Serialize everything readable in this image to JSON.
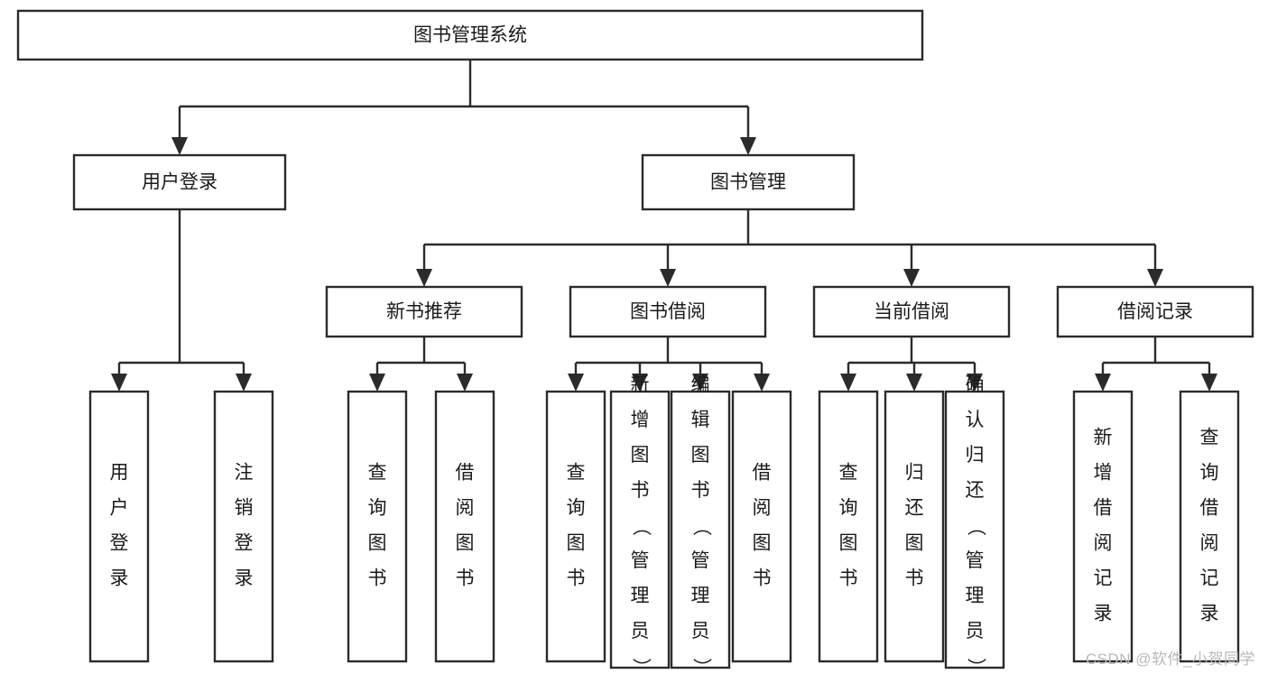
{
  "diagram": {
    "type": "tree",
    "title": "图书管理系统",
    "orientation": "top-down",
    "colors": {
      "box_stroke": "#2b2b2b",
      "box_fill": "#ffffff",
      "text": "#1a1a1a",
      "background": "#ffffff",
      "watermark": "#b9b9b9"
    },
    "root": {
      "label": "图书管理系统"
    },
    "level2": [
      {
        "id": "user-login",
        "label": "用户登录"
      },
      {
        "id": "book-management",
        "label": "图书管理"
      }
    ],
    "level3": [
      {
        "id": "new-book-recommend",
        "label": "新书推荐",
        "parent": "book-management"
      },
      {
        "id": "book-borrow",
        "label": "图书借阅",
        "parent": "book-management"
      },
      {
        "id": "current-borrow",
        "label": "当前借阅",
        "parent": "book-management"
      },
      {
        "id": "borrow-record",
        "label": "借阅记录",
        "parent": "book-management"
      }
    ],
    "leaves": {
      "user-login": [
        {
          "id": "leaf-user-login",
          "label": "用户登录"
        },
        {
          "id": "leaf-user-logout",
          "label": "注销登录"
        }
      ],
      "new-book-recommend": [
        {
          "id": "leaf-query-book-1",
          "label": "查询图书"
        },
        {
          "id": "leaf-borrow-book-1",
          "label": "借阅图书"
        }
      ],
      "book-borrow": [
        {
          "id": "leaf-query-book-2",
          "label": "查询图书"
        },
        {
          "id": "leaf-add-book",
          "label": "新增图书（管理员）"
        },
        {
          "id": "leaf-edit-book",
          "label": "编辑图书（管理员）"
        },
        {
          "id": "leaf-borrow-book-2",
          "label": "借阅图书"
        }
      ],
      "current-borrow": [
        {
          "id": "leaf-query-book-3",
          "label": "查询图书"
        },
        {
          "id": "leaf-return-book",
          "label": "归还图书"
        },
        {
          "id": "leaf-confirm-return",
          "label": "确认归还（管理员）"
        }
      ],
      "borrow-record": [
        {
          "id": "leaf-add-record",
          "label": "新增借阅记录"
        },
        {
          "id": "leaf-query-record",
          "label": "查询借阅记录"
        }
      ]
    }
  },
  "watermark": {
    "text": "CSDN @软件_小贺同学"
  }
}
